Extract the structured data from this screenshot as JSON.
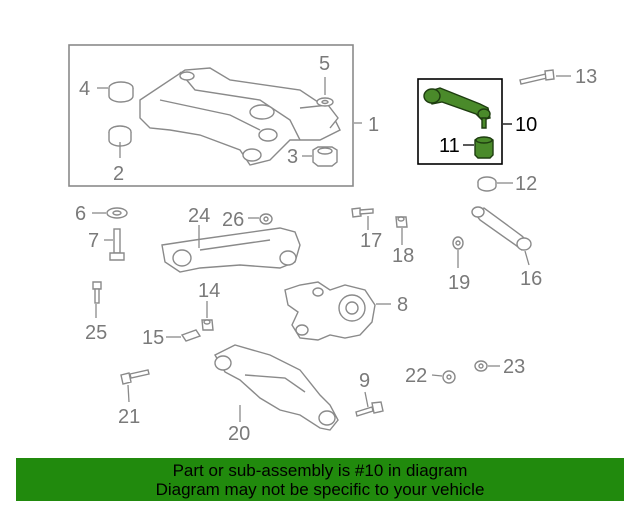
{
  "callouts": {
    "c1": "1",
    "c2": "2",
    "c3": "3",
    "c4": "4",
    "c5": "5",
    "c6": "6",
    "c7": "7",
    "c8": "8",
    "c9": "9",
    "c10": "10",
    "c11": "11",
    "c12": "12",
    "c13": "13",
    "c14": "14",
    "c15": "15",
    "c16": "16",
    "c17": "17",
    "c18": "18",
    "c19": "19",
    "c20": "20",
    "c21": "21",
    "c22": "22",
    "c23": "23",
    "c24": "24",
    "c25": "25",
    "c26": "26"
  },
  "highlight_color": "#4a8a2a",
  "banner": {
    "color": "#218a0d",
    "line1": "Part or sub-assembly is #10 in diagram",
    "line2": "Diagram may not be specific to your vehicle"
  }
}
